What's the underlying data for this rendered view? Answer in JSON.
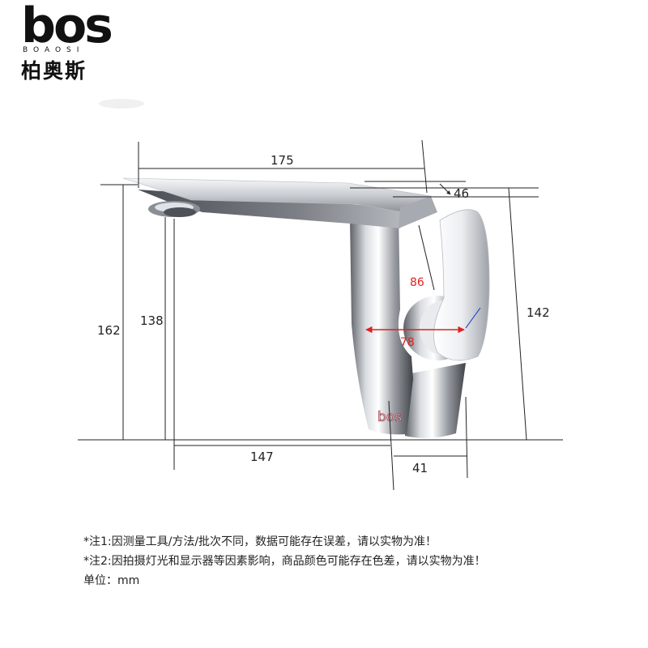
{
  "brand": {
    "logo_word": "bos",
    "logo_sub": "BOAOSI",
    "name_cn": "柏奥斯",
    "engraving": "bos"
  },
  "dimensions": {
    "spout_length": "175",
    "top_depth": "46",
    "total_height": "162",
    "outlet_height": "138",
    "body_height": "142",
    "reach": "147",
    "base_diameter": "41",
    "handle_angle": "86",
    "handle_width": "78"
  },
  "colors": {
    "line": "#222222",
    "accent": "#e02020",
    "chrome_dark": "#6b6f75",
    "chrome_light": "#f4f5f7"
  },
  "notes": {
    "note1": "*注1:因测量工具/方法/批次不同，数据可能存在误差，请以实物为准！",
    "note2": "*注2:因拍摄灯光和显示器等因素影响，商品颜色可能存在色差，请以实物为准！",
    "unit": "单位：mm"
  }
}
